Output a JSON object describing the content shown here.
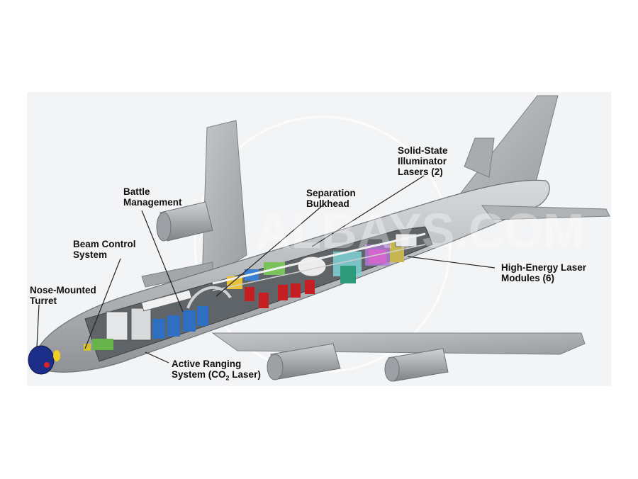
{
  "labels": {
    "nose_turret": "Nose-Mounted\nTurret",
    "beam_control": "Beam Control\nSystem",
    "battle_management": "Battle\nManagement",
    "separation_bulkhead": "Separation\nBulkhead",
    "solid_state": "Solid-State\nIlluminator\nLasers (2)",
    "high_energy": "High-Energy Laser\nModules (6)",
    "active_ranging_line1": "Active Ranging",
    "active_ranging_line2_pre": "System (CO",
    "active_ranging_sub": "2",
    "active_ranging_line2_post": " Laser)"
  },
  "watermark": "ALBAYS.COM",
  "colors": {
    "fuselage": "#b9bcbf",
    "fuselage_dark": "#8d9094",
    "wing": "#a9acaf",
    "nose_cone": "#1b2f8a",
    "leader_line": "#222222"
  }
}
